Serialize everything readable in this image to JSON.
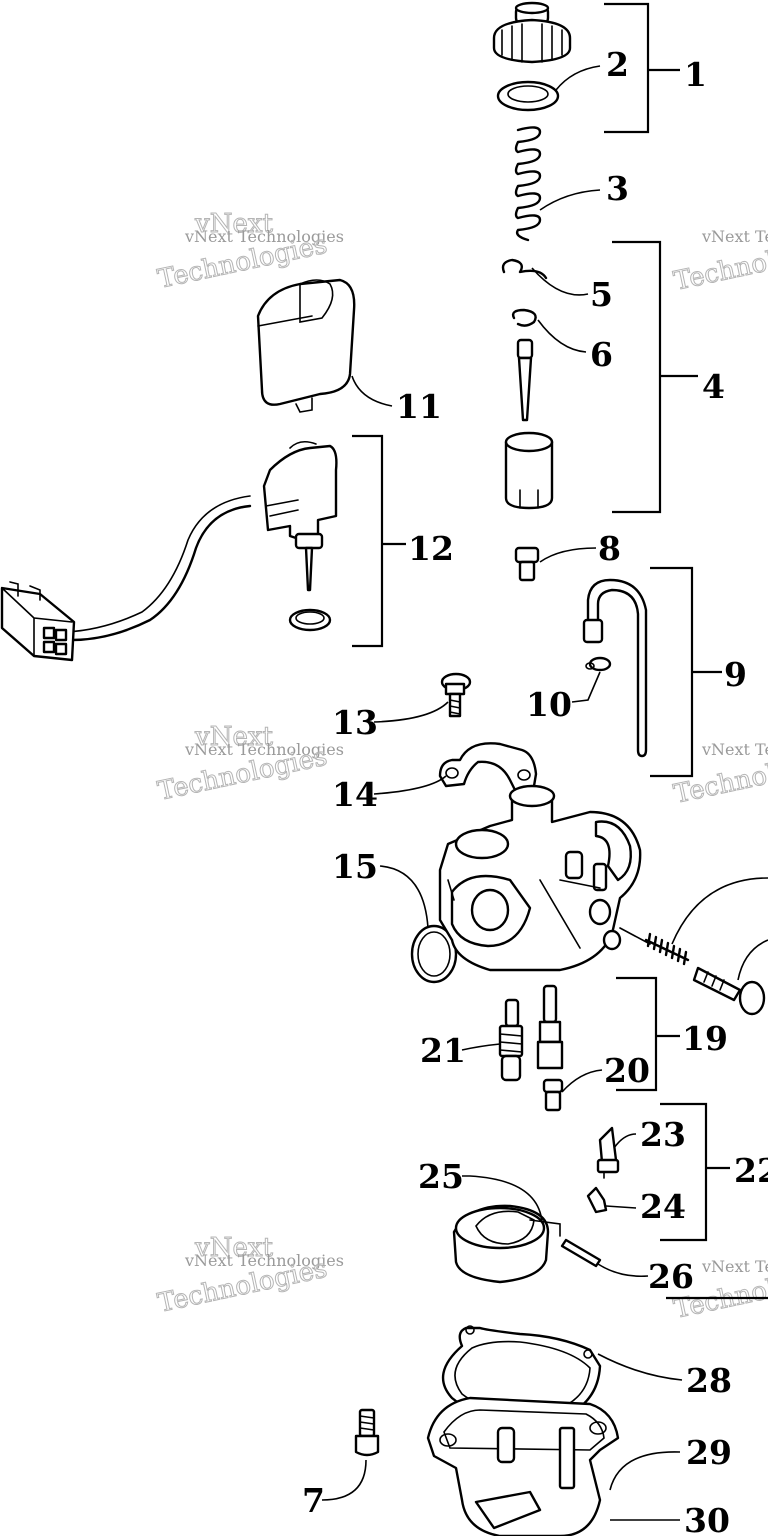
{
  "watermark": {
    "line1": "vNext Technologies",
    "line2": "vNext",
    "line3": "Technologies"
  },
  "callouts": {
    "c1": "1",
    "c2": "2",
    "c3": "3",
    "c4": "4",
    "c5": "5",
    "c6": "6",
    "c7": "7",
    "c8": "8",
    "c9": "9",
    "c10": "10",
    "c11": "11",
    "c12": "12",
    "c13": "13",
    "c14": "14",
    "c15": "15",
    "c19": "19",
    "c20": "20",
    "c21": "21",
    "c22": "22",
    "c23": "23",
    "c24": "24",
    "c25": "25",
    "c26": "26",
    "c28": "28",
    "c29": "29",
    "c30": "30"
  }
}
